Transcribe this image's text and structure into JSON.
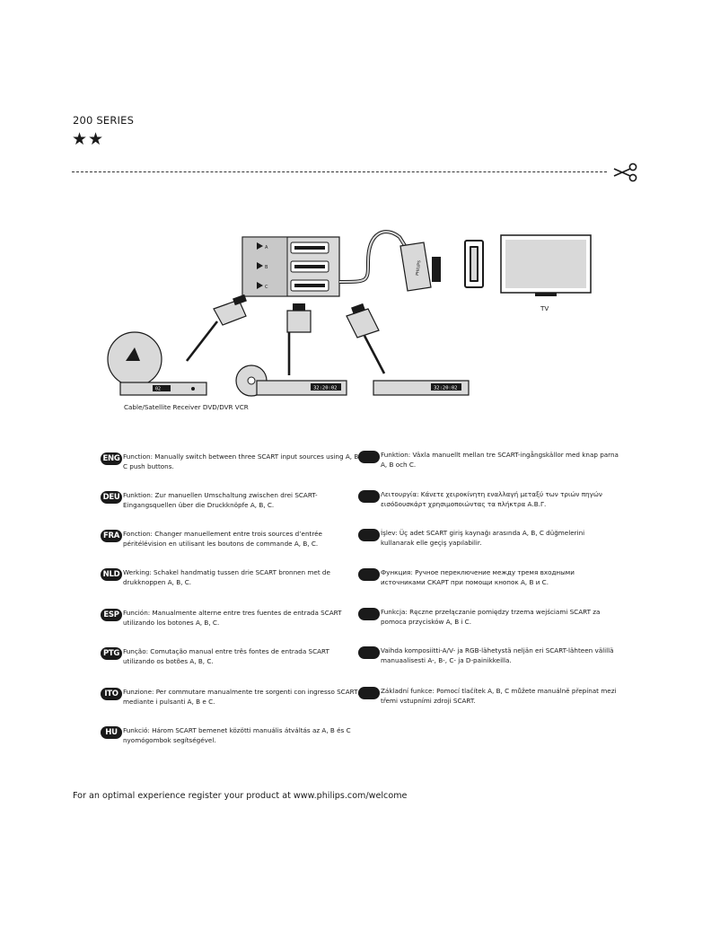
{
  "header": {
    "series": "200 SERIES",
    "stars": "★★"
  },
  "diagram": {
    "tv_label": "TV",
    "devices_label": "Cable/Satellite Receiver DVD/DVR VCR",
    "switch_buttons": [
      "A",
      "B",
      "C"
    ],
    "cable_brand": "PHILIPS",
    "dvd_display": "32:20:02",
    "vcr_display": "32:20:02",
    "receiver_display": "02"
  },
  "languages_left": [
    {
      "code": "ENG",
      "text": "Function: Manually switch between three SCART input sources using A, B, C push buttons."
    },
    {
      "code": "DEU",
      "text": "Funktion: Zur manuellen Umschaltung zwischen drei SCART-Eingangsquellen über die Druckknöpfe A, B, C."
    },
    {
      "code": "FRA",
      "text": "Fonction: Changer manuellement entre trois sources d’entrée péritélévision en utilisant les boutons de commande A, B, C."
    },
    {
      "code": "NLD",
      "text": "Werking:  Schakel handmatig tussen drie SCART bronnen met de drukknoppen A, B, C."
    },
    {
      "code": "ESP",
      "text": "Función:  Manualmente alterne entre tres fuentes de entrada SCART utilizando los botones A, B, C."
    },
    {
      "code": "PTG",
      "text": "Função: Comutação manual entre três fontes de entrada SCART utilizando os botões A, B, C."
    },
    {
      "code": "ITO",
      "text": "Funzione: Per commutare manualmente tre sorgenti con ingresso SCART, mediante i pulsanti A, B e C."
    },
    {
      "code": "HU",
      "text": "Funkció: Három SCART bemenet közötti manuális átváltás az A, B és C nyomógombok segítségével."
    }
  ],
  "languages_right": [
    {
      "code": "",
      "text": "Funktion: Växla manuellt mellan tre SCART-ingångskällor med knap parna A, B och C."
    },
    {
      "code": "",
      "text": "Λειτουργία: Κάνετε χειροκίνητη εναλλαγή μεταξύ των τριών πηγών εισόδουσκάρτ χρησιμοποιώντας τα πλήκτρα Α.Β.Γ."
    },
    {
      "code": "",
      "text": "İşlev: Üç adet SCART giriş kaynağı arasında A, B, C düğmelerini kullanarak elle geçiş yapılabilir."
    },
    {
      "code": "",
      "text": "Функция: Ручное переключение между тремя входными источниками СКАРТ при помощи кнопок A, B и C."
    },
    {
      "code": "",
      "text": "Funkcja: Ręczne przełączanie pomiędzy trzema wejściami SCART za pomoca przycisków A, B i C."
    },
    {
      "code": "",
      "text": "Vaihda komposiitti-A/V- ja RGB-lähetystä neljän eri SCART-lähteen välillä manuaalisesti A-, B-, C- ja D-painikkeilla."
    },
    {
      "code": "",
      "text": "Základní funkce: Pomocí tlačítek A, B, C můžete manuálně přepínat mezi třemi vstupními zdroji SCART."
    }
  ],
  "footer": {
    "text": "For an optimal experience register your product at www.philips.com/welcome"
  },
  "colors": {
    "ink": "#1a1a1a",
    "device_fill": "#d9d9d9",
    "background": "#ffffff"
  }
}
